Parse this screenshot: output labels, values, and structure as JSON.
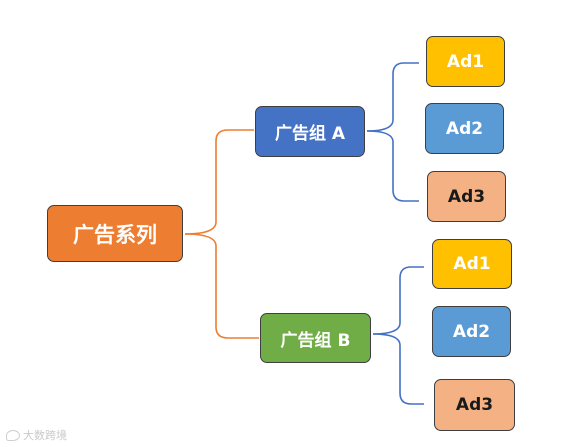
{
  "diagram": {
    "root": {
      "label": "广告系列",
      "color": "#ed7d31"
    },
    "groups": [
      {
        "label": "广告组 A",
        "color": "#4472c4",
        "connector_color": "#4472c4",
        "ads": [
          {
            "label": "Ad1",
            "color": "#ffc000"
          },
          {
            "label": "Ad2",
            "color": "#5b9bd5"
          },
          {
            "label": "Ad3",
            "color": "#f4b183"
          }
        ]
      },
      {
        "label": "广告组 B",
        "color": "#70ad47",
        "connector_color": "#4472c4",
        "ads": [
          {
            "label": "Ad1",
            "color": "#ffc000"
          },
          {
            "label": "Ad2",
            "color": "#5b9bd5"
          },
          {
            "label": "Ad3",
            "color": "#f4b183"
          }
        ]
      }
    ],
    "root_connector_color": "#ed7d31"
  },
  "watermark": {
    "text": "大数跨境",
    "icon": "weibo-logo-icon"
  }
}
